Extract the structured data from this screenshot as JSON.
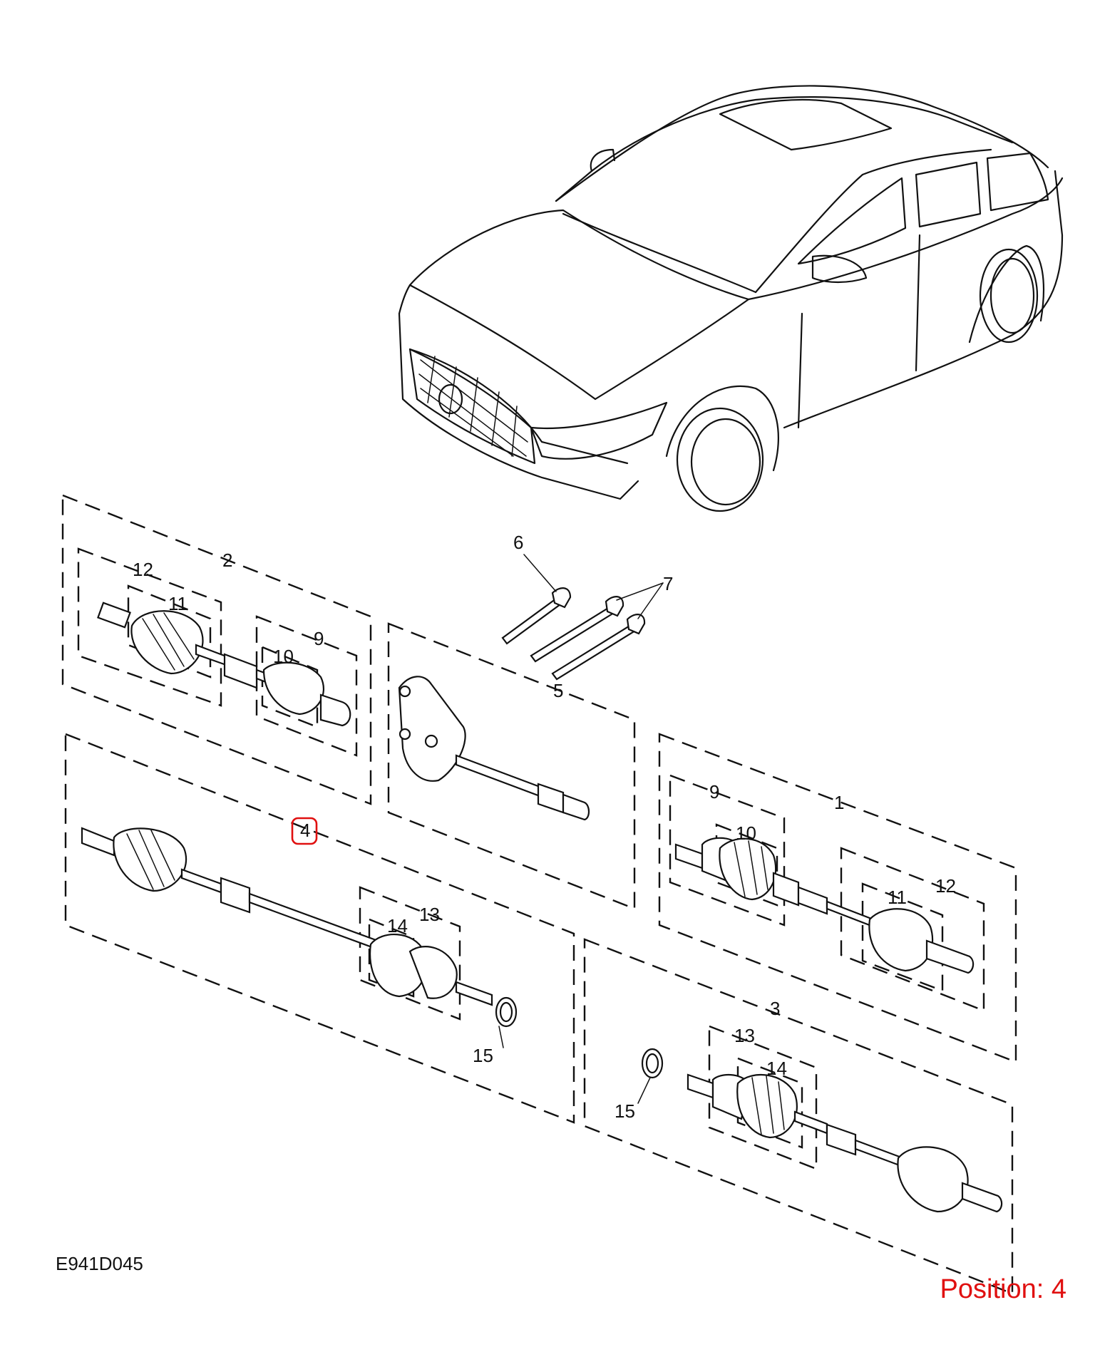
{
  "diagram": {
    "code": "E941D045",
    "position_label": "Position: 4",
    "highlight_color": "#e01010",
    "callouts": {
      "c1": "1",
      "c2": "2",
      "c3": "3",
      "c4": "4",
      "c5": "5",
      "c6": "6",
      "c7": "7",
      "c9a": "9",
      "c10a": "10",
      "c11a": "11",
      "c12a": "12",
      "c9b": "9",
      "c10b": "10",
      "c11b": "11",
      "c12b": "12",
      "c13a": "13",
      "c14a": "14",
      "c15a": "15",
      "c13b": "13",
      "c14b": "14",
      "c15b": "15"
    }
  }
}
